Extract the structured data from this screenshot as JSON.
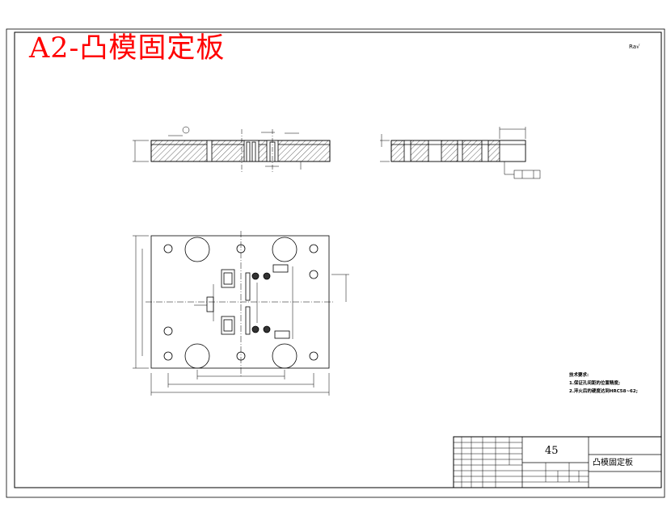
{
  "drawing": {
    "title": "A2-凸模固定板",
    "roughness_mark": "Ra√",
    "technical_requirements": {
      "heading": "技术要求:",
      "items": [
        "1.保证孔间距的位置精度;",
        "2.淬火后的硬度达到HRC58~62;"
      ]
    },
    "title_block": {
      "material": "45",
      "part_name": "凸模固定板"
    }
  },
  "colors": {
    "title": "#ff0000",
    "line": "#000000",
    "hatch": "#000000",
    "background": "#ffffff"
  }
}
